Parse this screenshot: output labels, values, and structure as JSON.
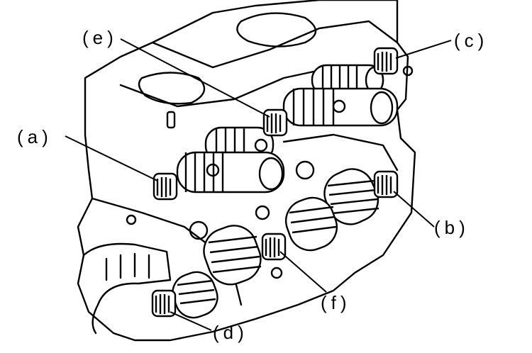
{
  "figure": {
    "callouts": {
      "a": "(a)",
      "b": "(b)",
      "c": "(c)",
      "d": "(d)",
      "e": "(e)",
      "f": "(f)"
    },
    "colors": {
      "ink": "#000000",
      "paper": "#ffffff"
    }
  }
}
